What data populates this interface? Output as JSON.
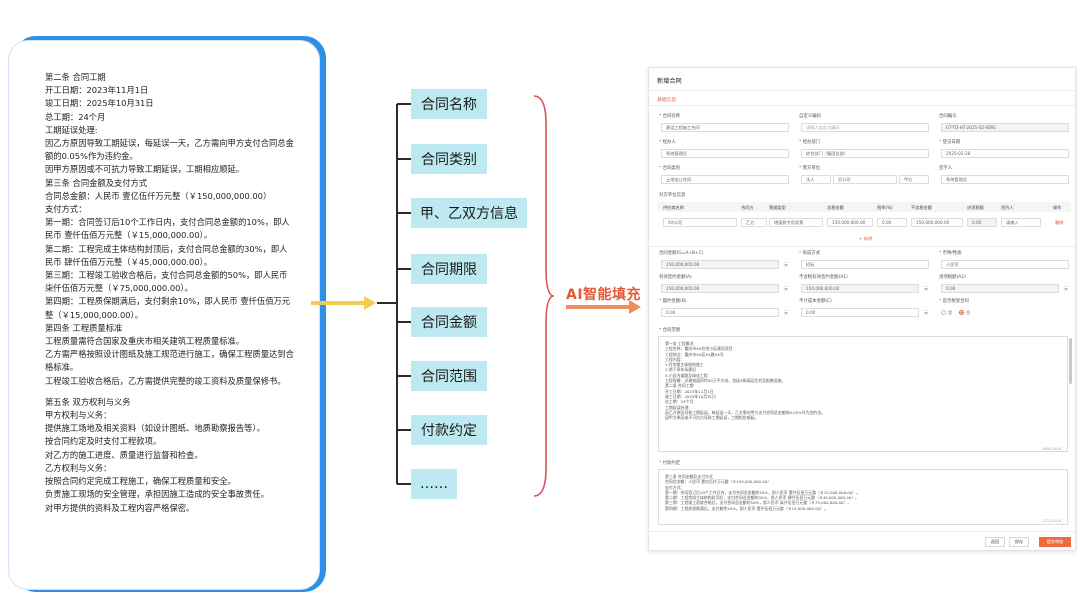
{
  "contract_lines": [
    "第二条 合同工期",
    "开工日期：2023年11月1日",
    "竣工日期：2025年10月31日",
    "总工期：24个月",
    "工期延误处理:",
    "因乙方原因导致工期延误，每延误一天，乙方需向甲方支付合同总金额的0.05%作为违约金。",
    "因甲方原因或不可抗力导致工期延误，工期相应顺延。",
    "第三条 合同金额及支付方式",
    "合同总金额：人民币 壹亿伍仟万元整（￥150,000,000.00）",
    "支付方式：",
    "第一期：合同签订后10个工作日内，支付合同总金额的10%，即人民币 壹仟伍佰万元整（￥15,000,000.00）。",
    "第二期：工程完成主体结构封顶后，支付合同总金额的30%，即人民币 肆仟伍佰万元整（￥45,000,000.00）。",
    "第三期：工程竣工验收合格后，支付合同总金额的50%，即人民币 柒仟伍佰万元整（￥75,000,000.00）。",
    "第四期：工程质保期满后，支付剩余10%，即人民币 壹仟伍佰万元整（￥15,000,000.00）。",
    "第四条 工程质量标准",
    "工程质量需符合国家及重庆市相关建筑工程质量标准。",
    "乙方需严格按照设计图纸及施工规范进行施工，确保工程质量达到合格标准。",
    "工程竣工验收合格后，乙方需提供完整的竣工资料及质量保修书。",
    "",
    "第五条 双方权利与义务",
    "甲方权利与义务：",
    "提供施工场地及相关资料（如设计图纸、地质勘察报告等）。",
    "按合同约定及时支付工程款项。",
    "对乙方的施工进度、质量进行监督和检查。",
    "乙方权利与义务：",
    "按照合同约定完成工程施工，确保工程质量和安全。",
    "负责施工现场的安全管理，承担因施工造成的安全事故责任。",
    "对甲方提供的资料及工程内容严格保密。"
  ],
  "fields": [
    "合同名称",
    "合同类别",
    "甲、乙双方信息",
    "合同期限",
    "合同金额",
    "合同范围",
    "付款约定",
    "……"
  ],
  "ai_label": "AI智能填充",
  "colors": {
    "card_accent": "#2e8fe6",
    "field_box": "#bdeaf0",
    "arrow_in": "#f4ca52",
    "arrow_out": "#ee8e5c",
    "brace": "#d6565b",
    "ai_label": "#e35a3b",
    "form_accent": "#ee6a3e"
  },
  "form": {
    "title": "新增合同",
    "section_basic": "基础信息",
    "labels": {
      "name": "合同名称",
      "custom_no": "自定义编码",
      "contract_no": "合同编号",
      "handler": "经办人",
      "dept": "经办部门",
      "reg_date": "登记日期",
      "category": "合同类别",
      "our_unit": "我方单位",
      "signer": "签字人",
      "counterparty": "对方单位信息",
      "total": "合同金额(G=A+B+C)",
      "settle": "形成方式",
      "currency": "币种/性质",
      "amount_a": "有效签约金额(A)",
      "amount_b": "不含税有效签约金额(A1)",
      "rate": "进项税额(A2)",
      "deposit": "履约金额(B)",
      "no_tax": "不计成本金额(C)",
      "framework": "是否框架合同",
      "scope": "合同范围",
      "payment": "付款约定"
    },
    "values": {
      "name": "建设工程施工合同",
      "custom_no": "请输入自定义编码",
      "contract_no": "GT-TD-HT-2025-02-0091",
      "handler": "系统管理员",
      "dept": "综合部门（集团总部）",
      "reg_date": "2025-02-28",
      "category": "土地出让合同",
      "our_unit_type": "法人",
      "our_unit": "总公司",
      "our_unit_role": "甲方",
      "signer": "系统管理员",
      "settle": "招标",
      "currency": "人民币",
      "total": "150,000,000.00",
      "amount_a": "150,000,000.00",
      "amount_b": "150,000,000.00",
      "rate": "0.00",
      "deposit": "0.00",
      "no_tax": "0.00",
      "unit_yuan": "元",
      "radio_yes": "是",
      "radio_no": "否"
    },
    "table_headers": [
      "供应商名称",
      "合同方",
      "票据类型",
      "含税金额",
      "税率(%)",
      "不含税金额",
      "进项税额",
      "签约人",
      "操作"
    ],
    "table_row": [
      "XX公司",
      "乙方",
      "增值税专用发票",
      "150,000,000.00",
      "0.00",
      "150,000,000.00",
      "0.00",
      "请输入",
      "删除"
    ],
    "add_label": "+ 新增",
    "scope_lines": [
      "第一条 工程概况",
      "工程名称：重庆市XX住宅小区建设项目",
      "工程地点：重庆市XX区XX路XX号",
      "工程内容：",
      "1.住宅楼主体结构施工",
      "2.地下停车场建设",
      "3.小区内道路及绿化工程",
      "工程规模：总建筑面积约50万平方米，包括5栋高层住宅及配套设施。",
      "第二条 合同工期",
      "开工日期：2023年11月1日",
      "竣工日期：2025年10月31日",
      "总工期：24个月",
      "工期延误处理:",
      "因乙方原因导致工期延误，每延误一天，乙方需向甲方支付合同总金额的0.05%作为违约金。",
      "因甲方原因或不可抗力导致工期延误，工期相应顺延。"
    ],
    "scope_count": "669/2000",
    "payment_lines": [
      "第三条 合同金额及支付方式",
      "合同总金额：人民币 壹亿伍仟万元整（￥150,000,000.00）",
      "支付方式：",
      "第一期：合同签订后10个工作日内，支付合同总金额的10%，即人民币 壹仟伍佰万元整（￥15,000,000.00）。",
      "第二期：工程完成主体结构封顶后，支付合同总金额的30%，即人民币 肆仟伍佰万元整（￥45,000,000.00）。",
      "第三期：工程竣工验收合格后，支付合同总金额的50%，即人民币 柒仟伍佰万元整（￥75,000,000.00）。",
      "第四期：工程质保期满后，支付剩余10%，即人民币 壹仟伍佰万元整（￥15,000,000.00）。"
    ],
    "payment_count": "271/2000",
    "buttons": [
      "返回",
      "保存",
      "提交审批"
    ]
  }
}
